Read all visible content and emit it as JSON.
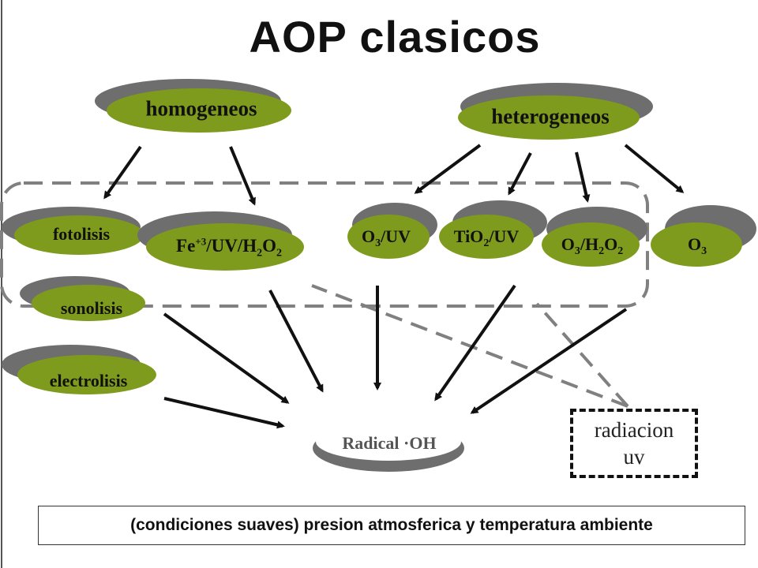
{
  "title": "AOP  clasicos",
  "groups": {
    "homogeneous": "homogeneos",
    "heterogeneous": "heterogeneos"
  },
  "processes": {
    "fotolisis": "fotolisis",
    "fenton": "Fe+3/UV/H2O2",
    "sonolisis": "sonolisis",
    "electrolisis": "electrolisis",
    "o3_uv": "O3/UV",
    "tio2_uv": "TiO2/UV",
    "o3_h2o2": "O3/H2O2",
    "o3": "O3"
  },
  "result": "Radical ·OH",
  "radiation": {
    "line1": "radiacion",
    "line2": "uv"
  },
  "footer": "(condiciones suaves) presion atmosferica y  temperatura ambiente",
  "colors": {
    "node_fill": "#7f9b1e",
    "node_shadow": "#6e6e6e",
    "arrow": "#111111",
    "dashed": "#808080"
  }
}
